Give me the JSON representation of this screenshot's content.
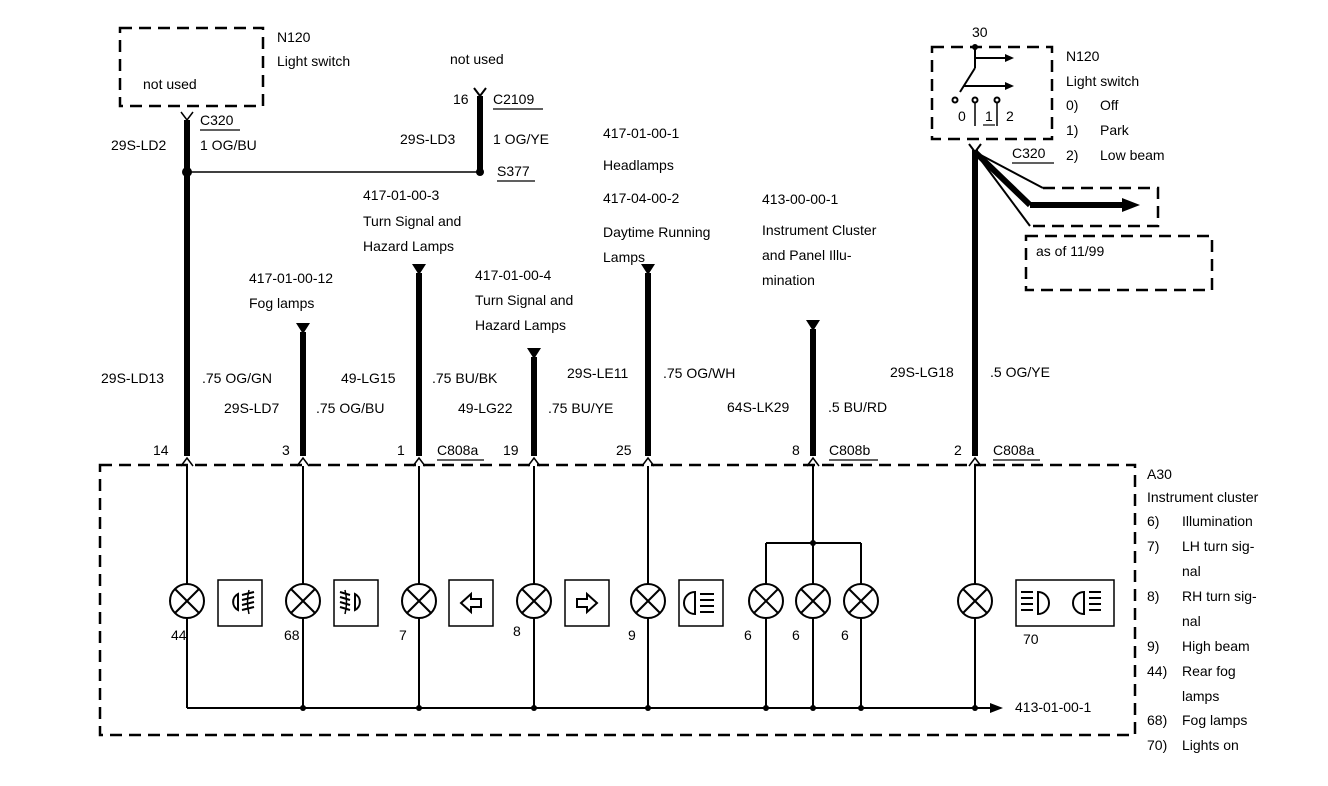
{
  "top": {
    "switch_left": {
      "code": "N120",
      "name": "Light switch",
      "note": "not used"
    },
    "c320": "C320",
    "wire_ld2": {
      "circuit": "29S-LD2",
      "spec": "1 OG/BU"
    },
    "not_used_right": "not used",
    "pin16": "16",
    "c2109": "C2109",
    "wire_ld3": {
      "circuit": "29S-LD3",
      "spec": "1 OG/YE"
    },
    "s377": "S377"
  },
  "refs": {
    "ref_fog": {
      "code": "417-01-00-12",
      "label": "Fog lamps"
    },
    "ref_turn1": {
      "code": "417-01-00-3",
      "line1": "Turn Signal and",
      "line2": "Hazard Lamps"
    },
    "ref_turn2": {
      "code": "417-01-00-4",
      "line1": "Turn Signal and",
      "line2": "Hazard Lamps"
    },
    "ref_head": {
      "code": "417-01-00-1",
      "label": "Headlamps"
    },
    "ref_drl": {
      "code": "417-04-00-2",
      "line1": "Daytime Running",
      "line2": "Lamps"
    },
    "ref_cluster": {
      "code": "413-00-00-1",
      "line1": "Instrument Cluster",
      "line2": "and Panel Illu-",
      "line3": "mination"
    }
  },
  "wires": {
    "ld13": {
      "circuit": "29S-LD13",
      "spec": ".75 OG/GN",
      "pin": "14"
    },
    "ld7": {
      "circuit": "29S-LD7",
      "spec": ".75 OG/BU",
      "pin": "3"
    },
    "lg15": {
      "circuit": "49-LG15",
      "spec": ".75 BU/BK",
      "pin": "1",
      "connector": "C808a"
    },
    "lg22": {
      "circuit": "49-LG22",
      "spec": ".75 BU/YE",
      "pin": "19"
    },
    "le11": {
      "circuit": "29S-LE11",
      "spec": ".75 OG/WH",
      "pin": "25"
    },
    "lk29": {
      "circuit": "64S-LK29",
      "spec": ".5 BU/RD",
      "pin": "8",
      "connector": "C808b"
    },
    "lg18": {
      "circuit": "29S-LG18",
      "spec": ".5 OG/YE",
      "pin": "2",
      "connector": "C808a"
    }
  },
  "switch_right": {
    "pin30": "30",
    "code": "N120",
    "name": "Light switch",
    "positions": [
      {
        "num": "0)",
        "label": "Off"
      },
      {
        "num": "1)",
        "label": "Park"
      },
      {
        "num": "2)",
        "label": "Low beam"
      }
    ],
    "contact_labels": [
      "0",
      "1",
      "2"
    ],
    "c320": "C320",
    "as_of": "as of 11/99"
  },
  "cluster": {
    "code": "A30",
    "name": "Instrument cluster",
    "lamp_numbers": [
      "44",
      "68",
      "7",
      "8",
      "9",
      "6",
      "6",
      "6",
      "70"
    ],
    "ground_ref": "413-01-00-1",
    "legend": [
      {
        "num": "6)",
        "lines": [
          "Illumination"
        ]
      },
      {
        "num": "7)",
        "lines": [
          "LH turn sig-",
          "nal"
        ]
      },
      {
        "num": "8)",
        "lines": [
          "RH turn sig-",
          "nal"
        ]
      },
      {
        "num": "9)",
        "lines": [
          "High beam"
        ]
      },
      {
        "num": "44)",
        "lines": [
          "Rear fog",
          "lamps"
        ]
      },
      {
        "num": "68)",
        "lines": [
          "Fog lamps"
        ]
      },
      {
        "num": "70)",
        "lines": [
          "Lights on"
        ]
      }
    ]
  }
}
